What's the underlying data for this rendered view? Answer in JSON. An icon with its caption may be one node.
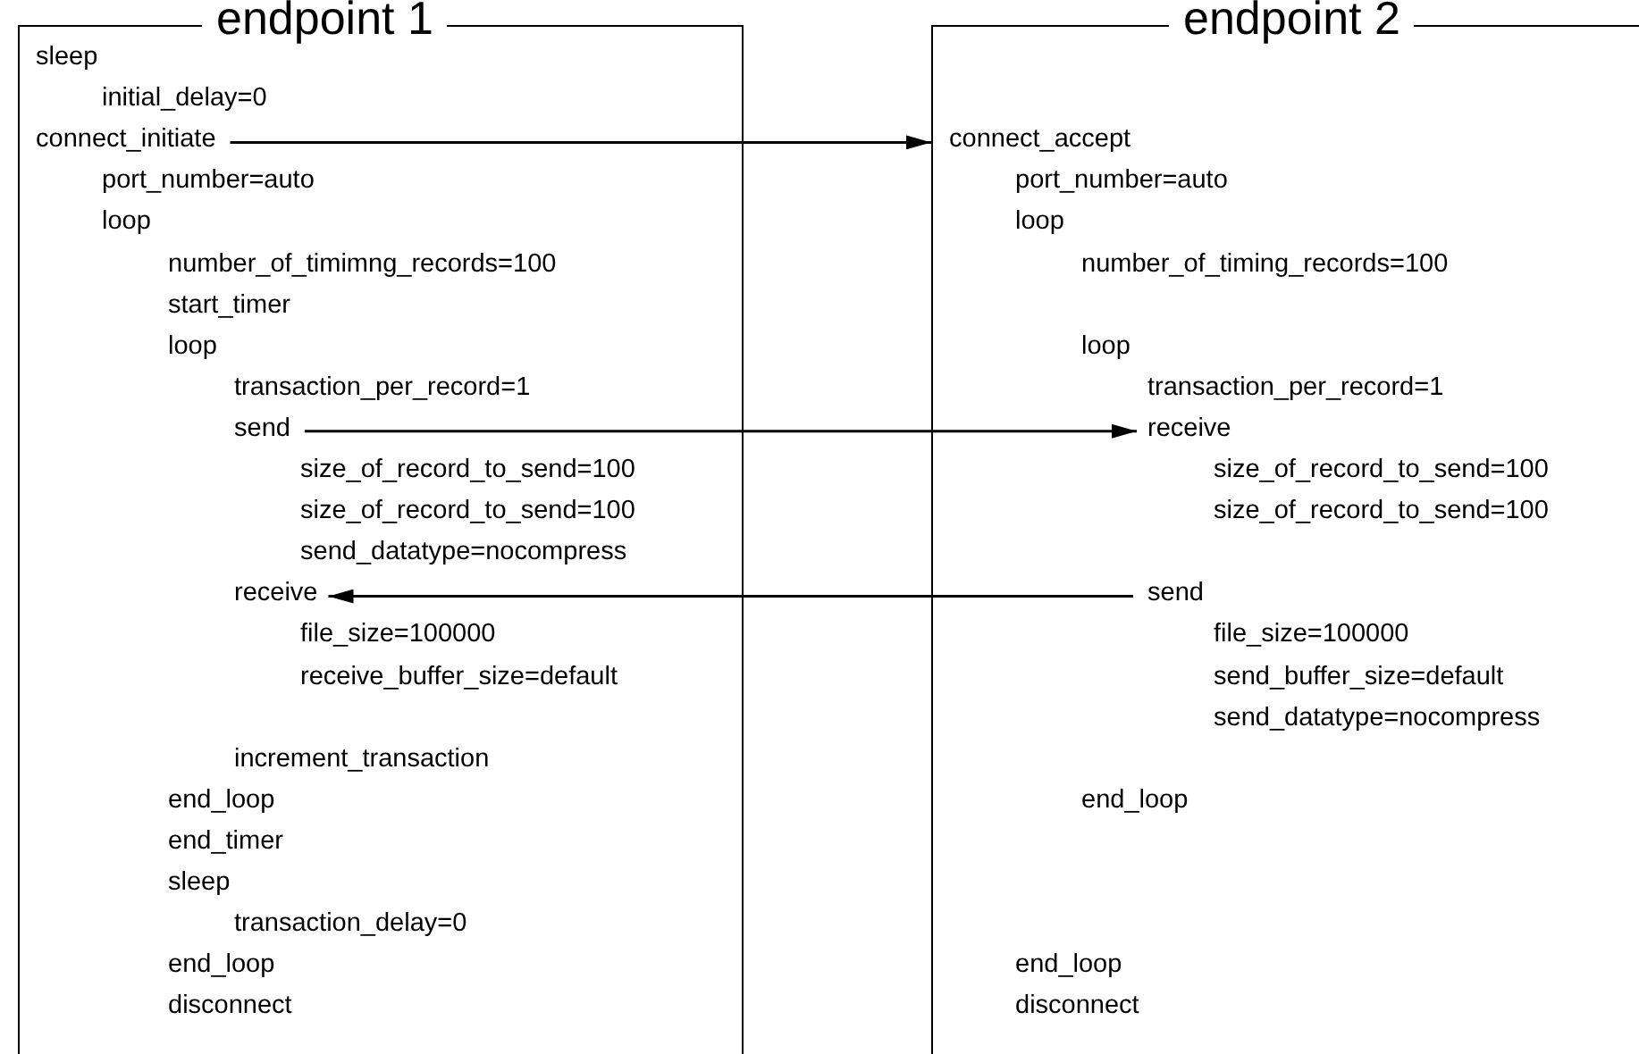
{
  "diagram": {
    "nodes": [
      {
        "text": [
          "endpoint 1"
        ]
      },
      {
        "text": [
          "sleep"
        ],
        "in": 0
      },
      {
        "text": [
          "initial_delay=0"
        ],
        "in": 0
      },
      {
        "text": [
          "connect_initiate"
        ],
        "in": 0
      },
      {
        "text": [
          "port_number=auto"
        ],
        "in": 0
      },
      {
        "text": [
          "loop"
        ],
        "in": 0
      },
      {
        "text": [
          "number_of_timimng_records=100"
        ],
        "in": 0
      },
      {
        "text": [
          "start_timer"
        ],
        "in": 0
      },
      {
        "text": [
          "loop"
        ],
        "in": 0
      },
      {
        "text": [
          "transaction_per_record=1"
        ],
        "in": 0
      },
      {
        "text": [
          "send"
        ],
        "in": 0
      },
      {
        "text": [
          "size_of_record_to_send=100"
        ],
        "in": 0
      },
      {
        "text": [
          "size_of_record_to_send=100"
        ],
        "in": 0
      },
      {
        "text": [
          "send_datatype=nocompress"
        ],
        "in": 0
      },
      {
        "text": [
          "receive"
        ],
        "in": 0
      },
      {
        "text": [
          "file_size=100000"
        ],
        "in": 0
      },
      {
        "text": [
          "receive_buffer_size=default"
        ],
        "in": 0
      },
      {
        "text": [
          "increment_transaction"
        ],
        "in": 0
      },
      {
        "text": [
          "end_loop"
        ],
        "in": 0
      },
      {
        "text": [
          "end_timer"
        ],
        "in": 0
      },
      {
        "text": [
          "sleep"
        ],
        "in": 0
      },
      {
        "text": [
          "transaction_delay=0"
        ],
        "in": 0
      },
      {
        "text": [
          "end_loop"
        ],
        "in": 0
      },
      {
        "text": [
          "disconnect"
        ],
        "in": 0
      },
      {
        "text": [
          "endpoint 2"
        ]
      },
      {
        "text": [
          "connect_accept"
        ],
        "in": 24
      },
      {
        "text": [
          "port_number=auto"
        ],
        "in": 24
      },
      {
        "text": [
          "loop"
        ],
        "in": 24
      },
      {
        "text": [
          "number_of_timing_records=100"
        ],
        "in": 24
      },
      {
        "text": [
          "loop"
        ],
        "in": 24
      },
      {
        "text": [
          "transaction_per_record=1"
        ],
        "in": 24
      },
      {
        "text": [
          "receive"
        ],
        "in": 24
      },
      {
        "text": [
          "size_of_record_to_send=100"
        ],
        "in": 24
      },
      {
        "text": [
          "size_of_record_to_send=100"
        ],
        "in": 24
      },
      {
        "text": [
          "send"
        ],
        "in": 24
      },
      {
        "text": [
          "file_size=100000"
        ],
        "in": 24
      },
      {
        "text": [
          "send_buffer_size=default"
        ],
        "in": 24
      },
      {
        "text": [
          "send_datatype=nocompress"
        ],
        "in": 24
      },
      {
        "text": [
          "end_loop"
        ],
        "in": 24
      },
      {
        "text": [
          "end_loop"
        ],
        "in": 24
      },
      {
        "text": [
          "disconnect"
        ],
        "in": 24
      }
    ],
    "edges": [
      {
        "from": 3,
        "to": 25,
        "arrow": "to"
      },
      {
        "from": 10,
        "to": 31,
        "arrow": "to"
      },
      {
        "from": 34,
        "to": 14,
        "arrow": "to"
      }
    ]
  }
}
